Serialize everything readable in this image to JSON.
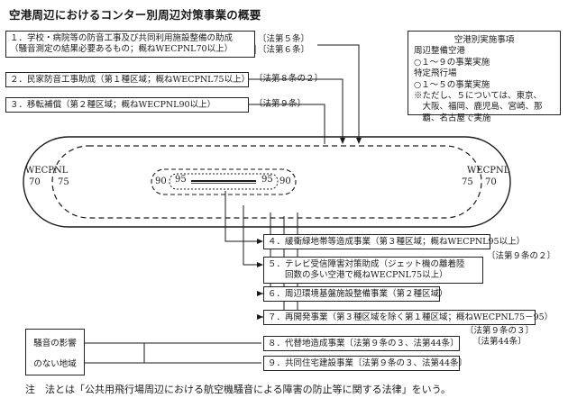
{
  "title": "空港周辺におけるコンター別周辺対策事業の概要",
  "measures": [
    {
      "line1": "１．学校・病院等の防音工事及び共同利用施設整備の助成",
      "line2": "（騒音測定の結果必要あるもの；概ねWECPNL70以上）",
      "law1": "〔法第５条〕",
      "law2": "〔法第６条〕"
    },
    {
      "line1": "２．民家防音工事助成（第１種区域；概ねWECPNL75以上）",
      "law1": "〔法第８条の２〕"
    },
    {
      "line1": "３．移転補償（第２種区域；概ねWECPNL90以上）",
      "law1": "〔法第９条〕"
    },
    {
      "line1": "４．緩衝緑地帯等造成事業（第３種区域；概ねWECPNL95以上）",
      "law1": "〔法第９条の２〕"
    },
    {
      "line1": "５．テレビ受信障害対策助成（ジェット機の離着陸",
      "line2": "　　回数の多い空港で概ねWECPNL75以上）"
    },
    {
      "line1": "６．周辺環境基盤施設整備事業（第２種区域）"
    },
    {
      "line1": "７．再開発事業（第３種区域を除く第１種区域；概ねWECPNL75－95）",
      "law1": "〔法第９条の３〕",
      "law2": "〔法第44条〕"
    },
    {
      "line1": "８．代替地造成事業〔法第９条の３、法第44条〕"
    },
    {
      "line1": "９．共同住宅建設事業〔法第９条の３、法第44条〕"
    }
  ],
  "side_box": {
    "heading": "空港別実施事項",
    "lines": [
      "周辺整備空港",
      "○１～９の事業実施",
      "特定飛行場",
      "○１～５の事業実施",
      "※ただし、５については、東京、",
      "　大阪、福岡、鹿児島、宮崎、那",
      "　覇、名古屋で実施"
    ]
  },
  "quiet_area": {
    "line1": "騒音の影響",
    "line2": "のない地域"
  },
  "contours": {
    "wecpnl_left": "WECPNL",
    "wecpnl_right": "WECPNL",
    "c70": "70",
    "c75": "75",
    "c90": "90",
    "c95": "95"
  },
  "footnote": "注　法とは「公共用飛行場周辺における航空機騒音による障害の防止等に関する法律」をいう。"
}
